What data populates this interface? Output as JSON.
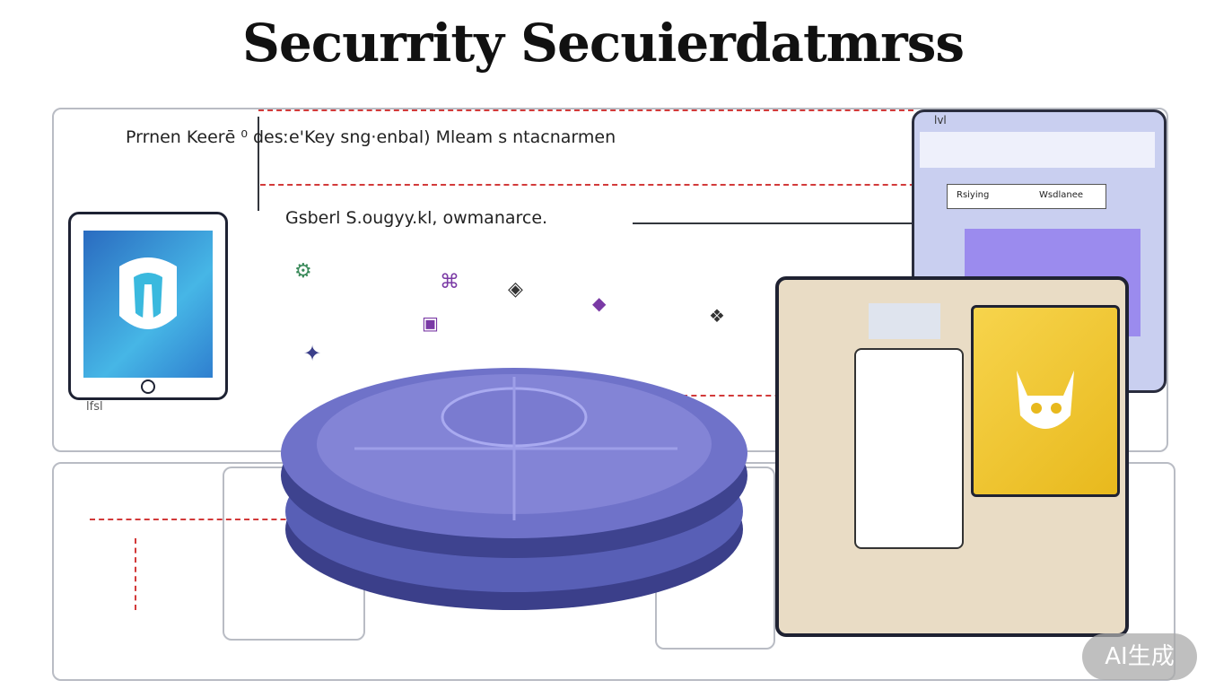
{
  "header": {
    "title": "Securrity Secuierdatmrss"
  },
  "panel": {
    "line1": "Prrnen Keerē  ⁰ desːe'Key sng·enbal) Mleam s ntacnarmen",
    "line2": "Gsberl S.ougyy.kl, owmanarce."
  },
  "window": {
    "corner_label": "lvl",
    "col1": "Rsiying",
    "col2": "Wsdlanee"
  },
  "phone": {
    "footer_label": "lfsl"
  },
  "badge": {
    "label": "AI生成"
  },
  "colors": {
    "accent": "#6f72c9",
    "tablet_screen": "#3a9ed6",
    "yellow_panel": "#f2c431",
    "beige_panel": "#e9dcc5",
    "purple_panel": "#9b8bee"
  }
}
